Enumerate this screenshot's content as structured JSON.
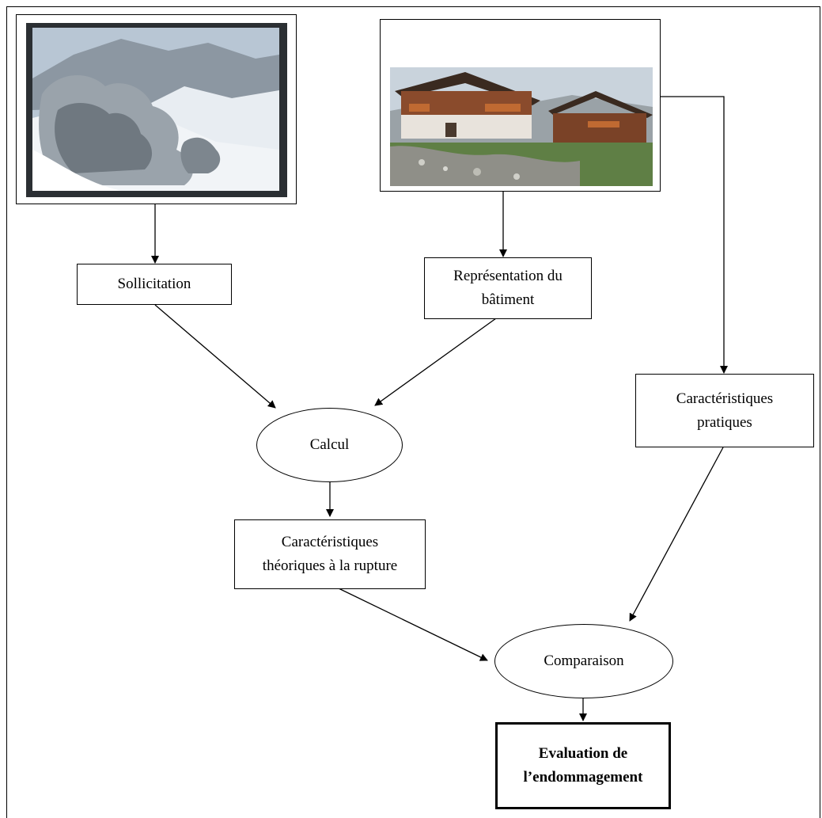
{
  "diagram": {
    "nodes": {
      "sollicitation": "Sollicitation",
      "representation": "Représentation du\nbâtiment",
      "carac_pratiques": "Caractéristiques\npratiques",
      "calcul": "Calcul",
      "carac_theoriques": "Caractéristiques\nthéoriques à la rupture",
      "comparaison": "Comparaison",
      "evaluation": "Evaluation de\nl’endommagement"
    },
    "images": {
      "avalanche": "avalanche-photo",
      "chalet": "chalet-photo"
    },
    "colors": {
      "line": "#000000",
      "photo_border_dark": "#2b2f33",
      "sky": "#c9d3dc",
      "snow": "#e6ecf1",
      "wood": "#8a4b2c",
      "grass": "#5f7f45"
    }
  }
}
